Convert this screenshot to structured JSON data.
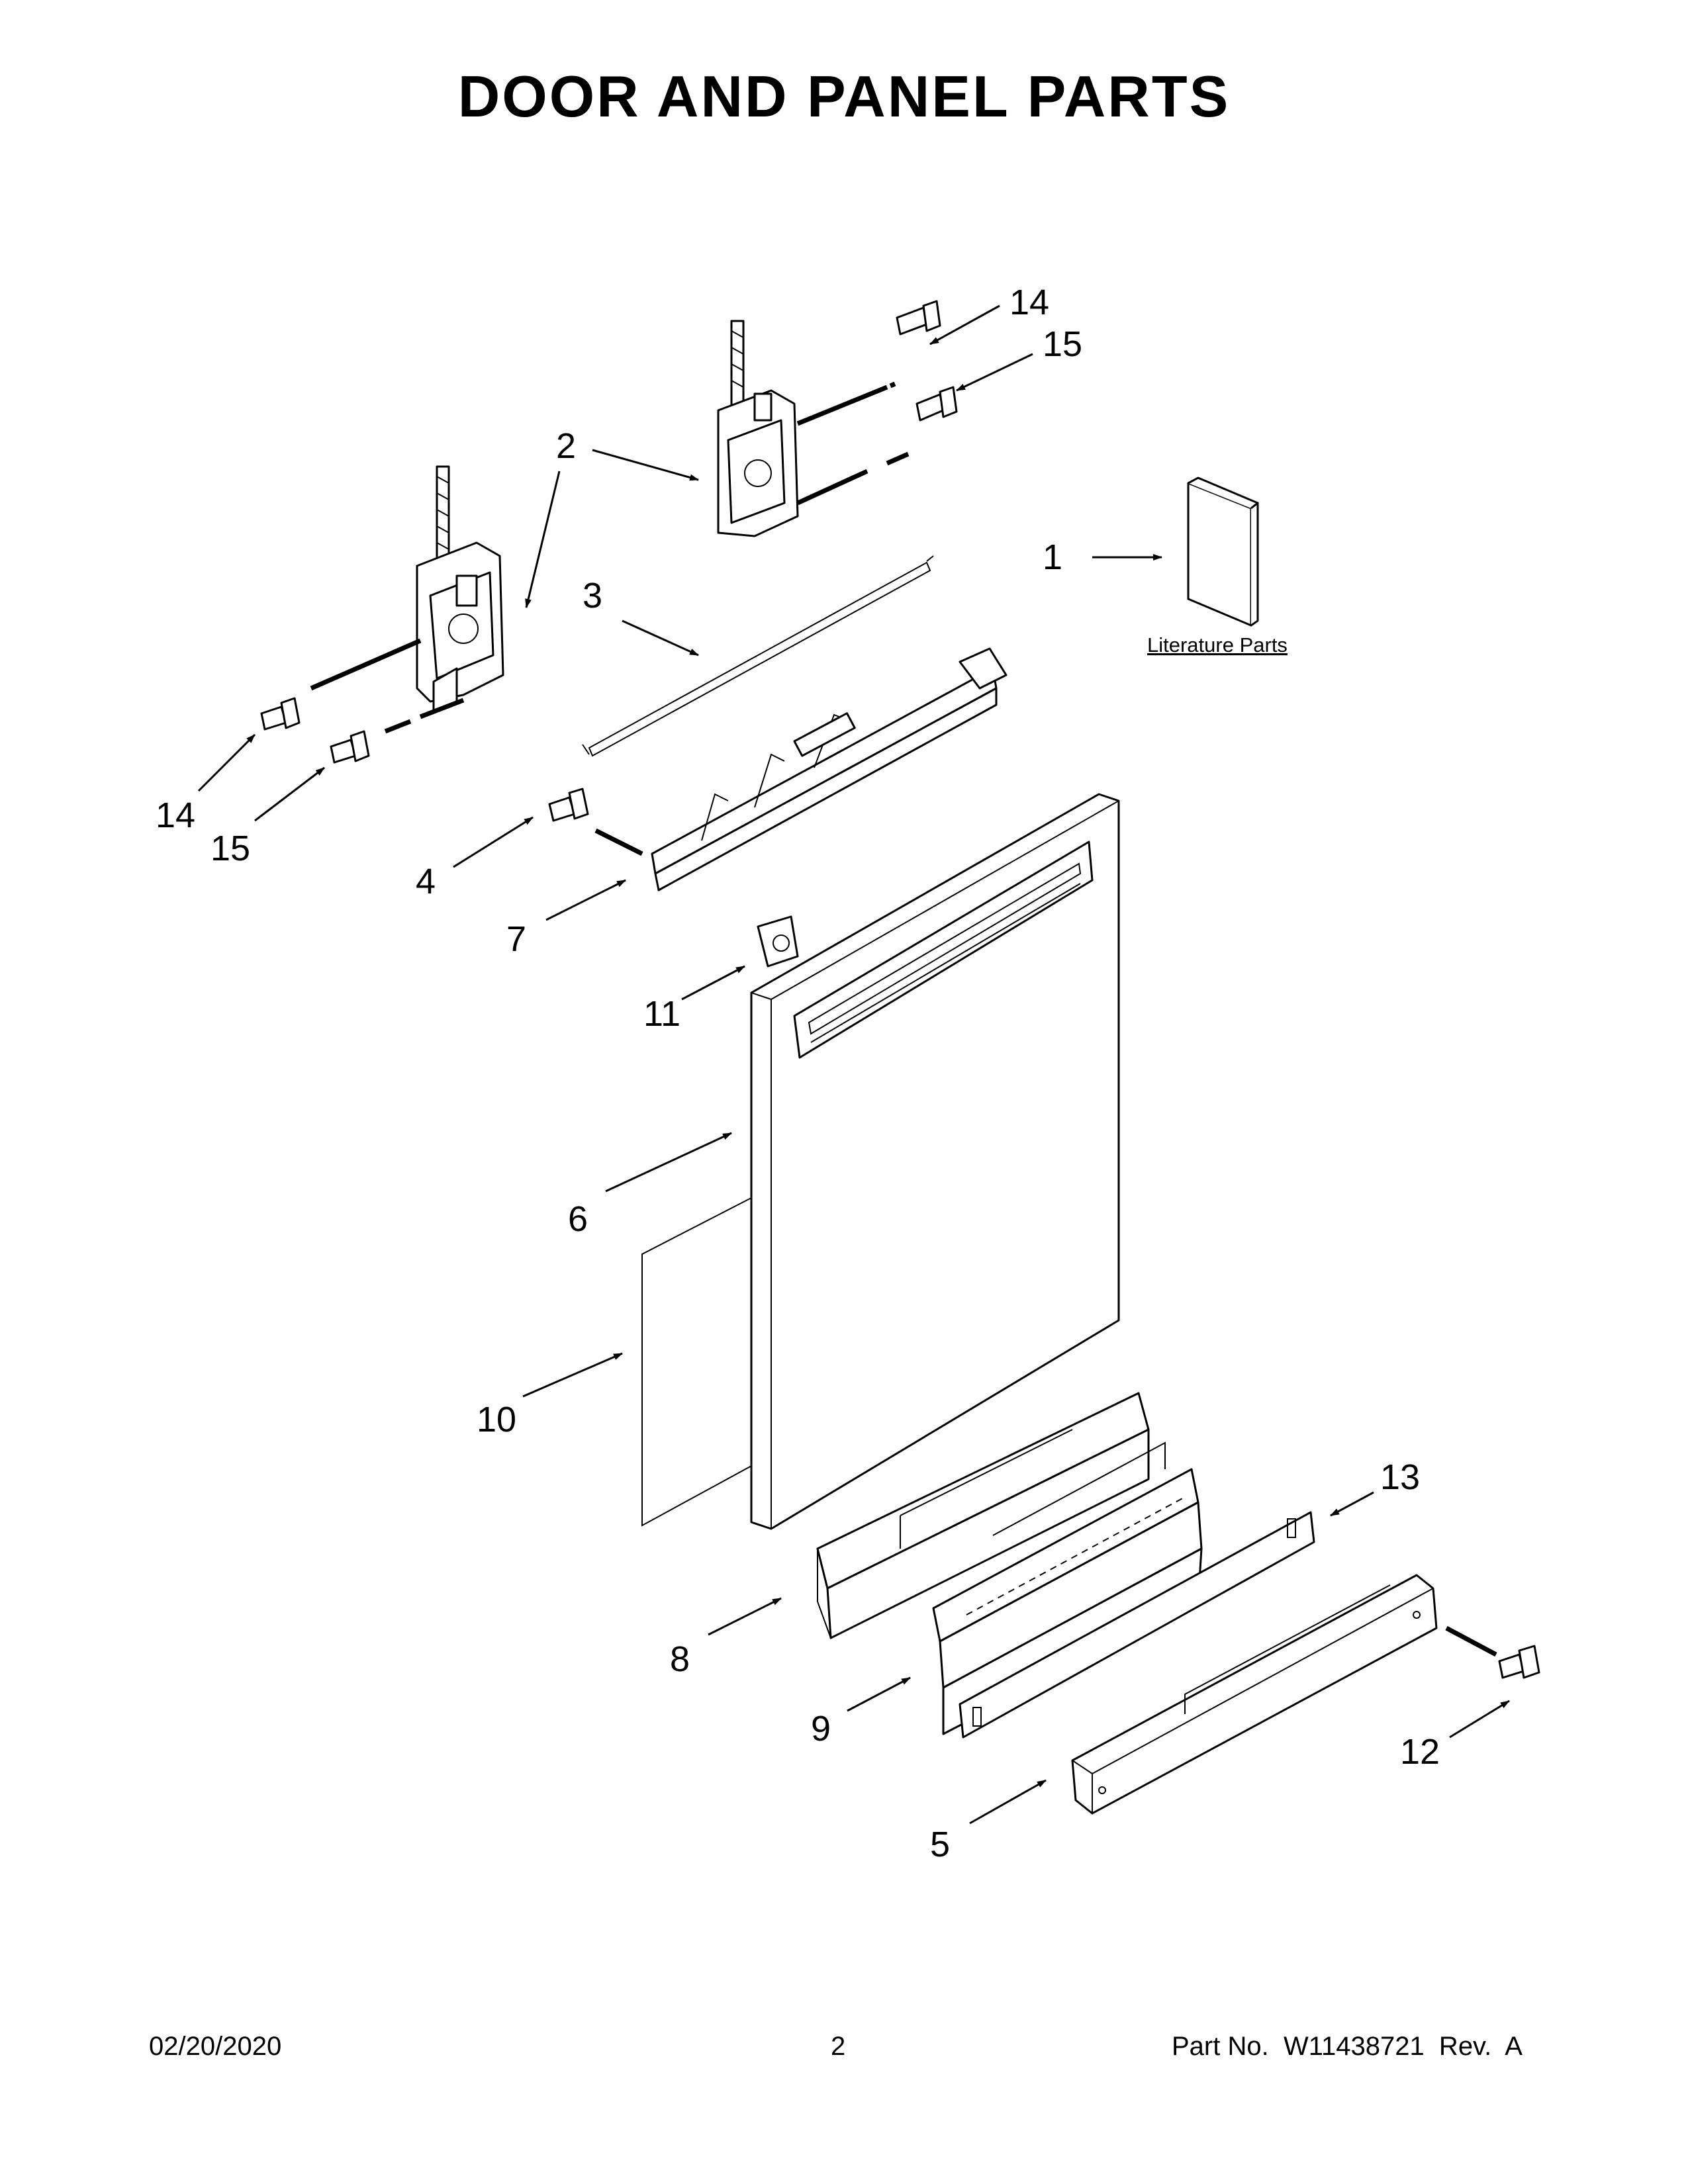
{
  "title": "DOOR AND PANEL PARTS",
  "callouts": {
    "c1": "1",
    "c2": "2",
    "c3": "3",
    "c4": "4",
    "c5": "5",
    "c6": "6",
    "c7": "7",
    "c8": "8",
    "c9": "9",
    "c10": "10",
    "c11": "11",
    "c12": "12",
    "c13": "13",
    "c14a": "14",
    "c14b": "14",
    "c15a": "15",
    "c15b": "15"
  },
  "literature_label": "Literature Parts",
  "footer": {
    "date": "02/20/2020",
    "page": "2",
    "part_no": "Part No.  W11438721  Rev.  A"
  }
}
